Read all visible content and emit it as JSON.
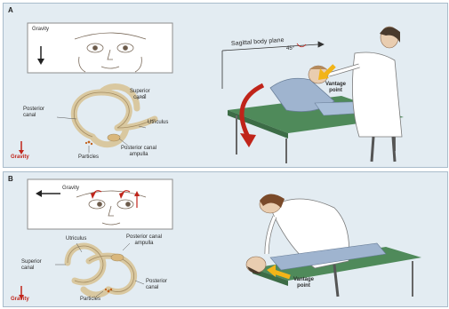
{
  "figure": {
    "panel_a": {
      "label": "A",
      "face_box": {
        "gravity_label": "Gravity"
      },
      "canal": {
        "superior": "Superior\ncanal",
        "posterior": "Posterior\ncanal",
        "utriculus": "Utriculus",
        "ampulla": "Posterior canal\nampulla",
        "particles": "Particles"
      },
      "gravity_indicator": "Gravity",
      "scene": {
        "plane": "Sagittal body plane",
        "angle": "45°",
        "vantage": "Vantage\npoint"
      }
    },
    "panel_b": {
      "label": "B",
      "face_box": {
        "gravity_label": "Gravity"
      },
      "canal": {
        "utriculus": "Utriculus",
        "ampulla": "Posterior canal\nampulla",
        "superior": "Superior\ncanal",
        "posterior": "Posterior\ncanal",
        "particles": "Particles"
      },
      "gravity_indicator": "Gravity",
      "scene": {
        "vantage": "Vantage\npoint"
      }
    },
    "colors": {
      "panel_bg": "#e3ecf2",
      "canal": "#d9c8a0",
      "arrow_red": "#c0241a",
      "arrow_yellow": "#f2b418",
      "table": "#4f8a5a"
    }
  }
}
